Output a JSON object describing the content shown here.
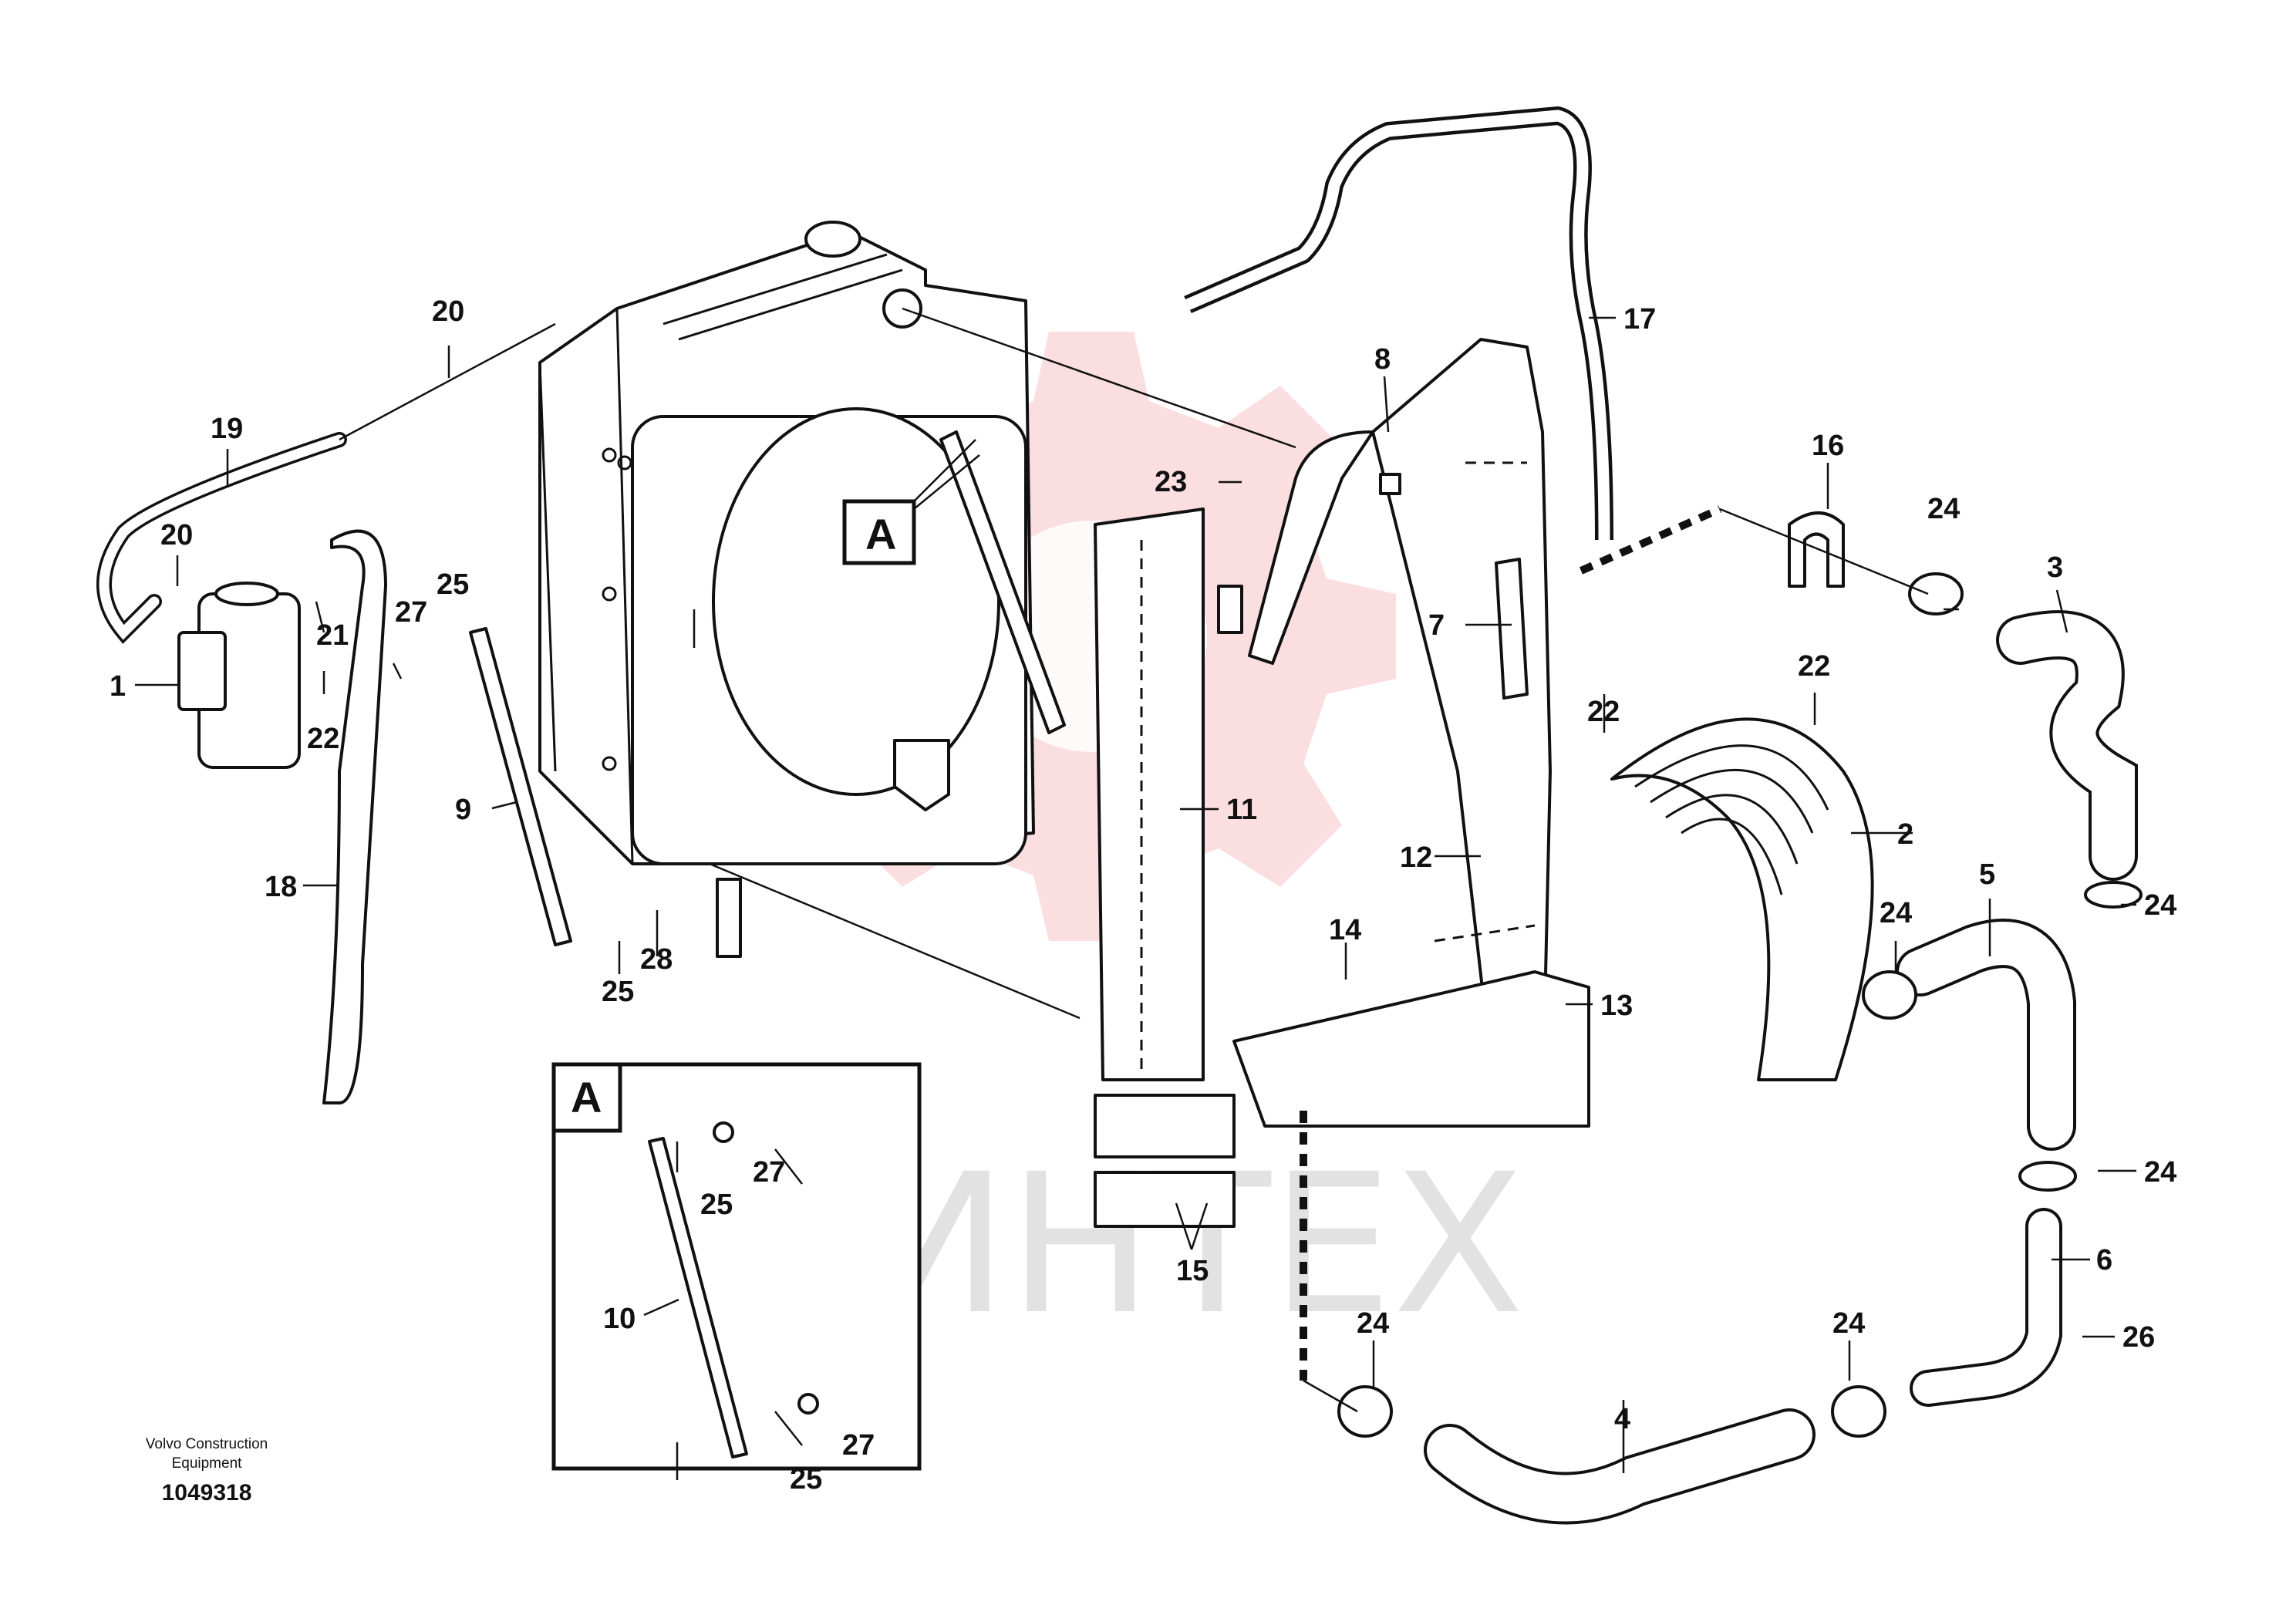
{
  "watermark": {
    "text": "ИНТЕХ",
    "color": "#e8303a"
  },
  "detail_view": {
    "letter": "A"
  },
  "callout_letter": "A",
  "footer": {
    "company_line1": "Volvo Construction",
    "company_line2": "Equipment",
    "document_number": "1049318"
  },
  "labels": {
    "l1": "1",
    "l2": "2",
    "l3": "3",
    "l4": "4",
    "l5": "5",
    "l6": "6",
    "l7": "7",
    "l8": "8",
    "l9": "9",
    "l10": "10",
    "l11": "11",
    "l12": "12",
    "l13": "13",
    "l14": "14",
    "l15": "15",
    "l16": "16",
    "l17": "17",
    "l18": "18",
    "l19": "19",
    "l20a": "20",
    "l20b": "20",
    "l21": "21",
    "l22a": "22",
    "l22b": "22",
    "l22c": "22",
    "l23": "23",
    "l24a": "24",
    "l24b": "24",
    "l24c": "24",
    "l24d": "24",
    "l24e": "24",
    "l24f": "24",
    "l25a": "25",
    "l25b": "25",
    "l25c": "25",
    "l25d": "25",
    "l26": "26",
    "l27a": "27",
    "l27b": "27",
    "l27c": "27",
    "l28": "28"
  }
}
